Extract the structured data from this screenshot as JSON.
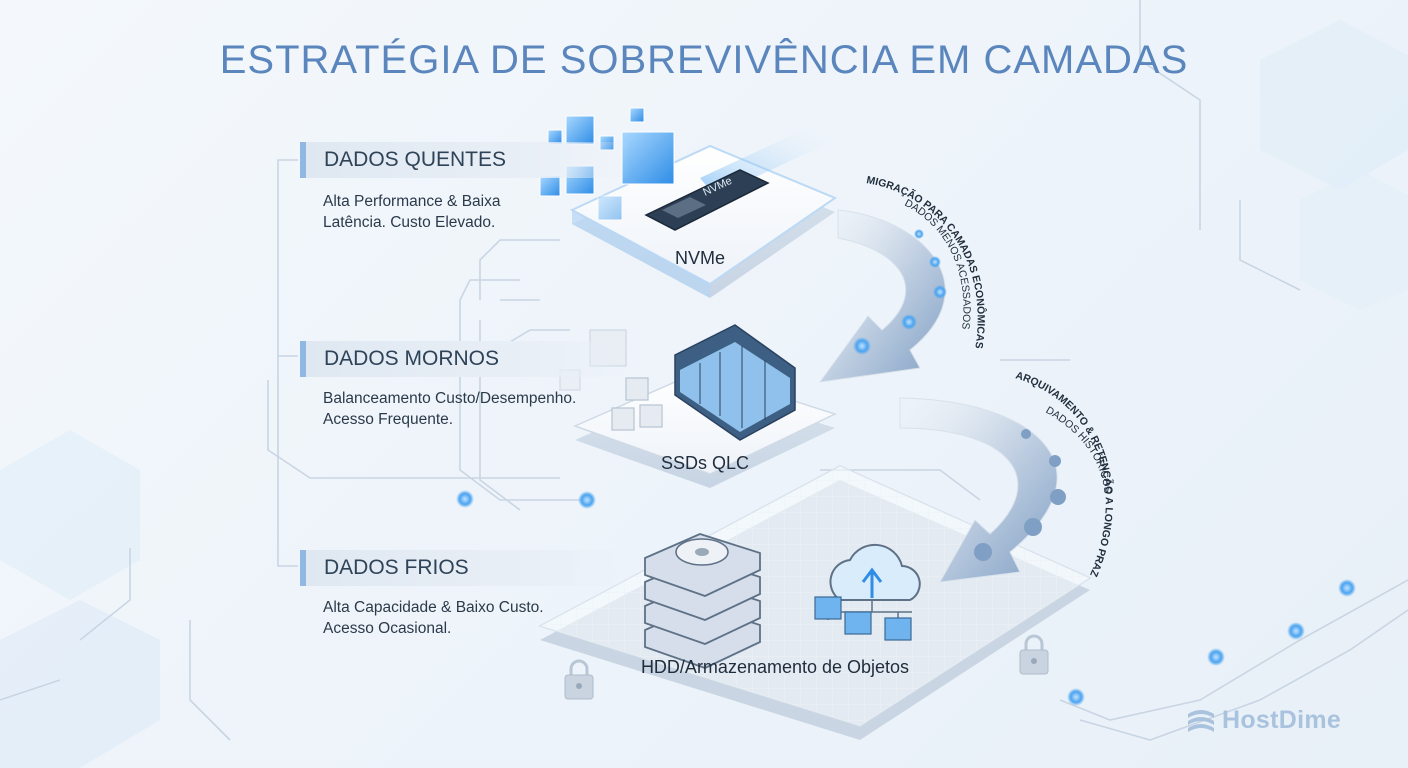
{
  "title": "ESTRATÉGIA DE SOBREVIVÊNCIA EM CAMADAS",
  "tiers": [
    {
      "label": "DADOS QUENTES",
      "description": "Alta Performance & Baixa\nLatência. Custo Elevado.",
      "platform": "NVMe",
      "chip_text": "NVMe"
    },
    {
      "label": "DADOS MORNOS",
      "description": "Balanceamento Custo/Desempenho.\nAcesso Frequente.",
      "platform": "SSDs QLC"
    },
    {
      "label": "DADOS FRIOS",
      "description": "Alta Capacidade & Baixo Custo.\nAcesso Ocasional.",
      "platform": "HDD/Armazenamento de Objetos"
    }
  ],
  "arrows": [
    {
      "title": "MIGRAÇÃO PARA CAMADAS ECONÔMICAS",
      "subtitle": "DADOS MENOS ACESSADOS"
    },
    {
      "title": "ARQUIVAMENTO & RETENÇÃO A LONGO PRAZO",
      "subtitle": "DADOS HISTÓRICOS"
    }
  ],
  "logo": {
    "text": "HostDime",
    "icon": "hostdime-logo-icon"
  },
  "colors": {
    "accent": "#5a86bd",
    "label_bar": "#8fb8e3",
    "glow": "#4aa3f0"
  }
}
